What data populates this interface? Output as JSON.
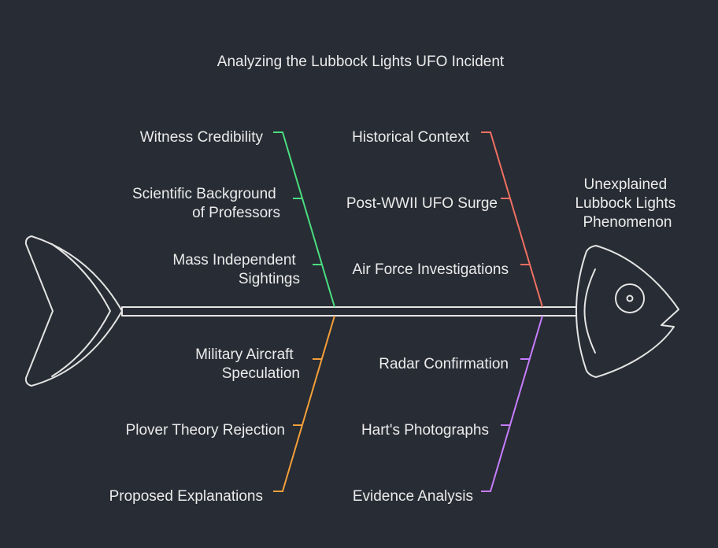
{
  "title": "Analyzing the Lubbock Lights UFO Incident",
  "effect": [
    "Unexplained",
    "Lubbock Lights",
    "Phenomenon"
  ],
  "colors": {
    "background": "#282c34",
    "outline": "#e4e4e4",
    "text": "#ebebeb",
    "witness": "#4ade80",
    "historical": "#f07062",
    "explanations": "#f5a03a",
    "evidence": "#c77dff"
  },
  "categories": {
    "witness": {
      "label": "Witness Credibility",
      "causes": [
        [
          "Scientific Background",
          "of Professors"
        ],
        [
          "Mass Independent",
          "Sightings"
        ]
      ]
    },
    "historical": {
      "label": "Historical Context",
      "causes": [
        [
          "Post-WWII UFO Surge"
        ],
        [
          "Air Force Investigations"
        ]
      ]
    },
    "explanations": {
      "label": "Proposed Explanations",
      "causes": [
        [
          "Military Aircraft",
          "Speculation"
        ],
        [
          "Plover Theory Rejection"
        ]
      ]
    },
    "evidence": {
      "label": "Evidence Analysis",
      "causes": [
        [
          "Radar Confirmation"
        ],
        [
          "Hart's Photographs"
        ]
      ]
    }
  }
}
